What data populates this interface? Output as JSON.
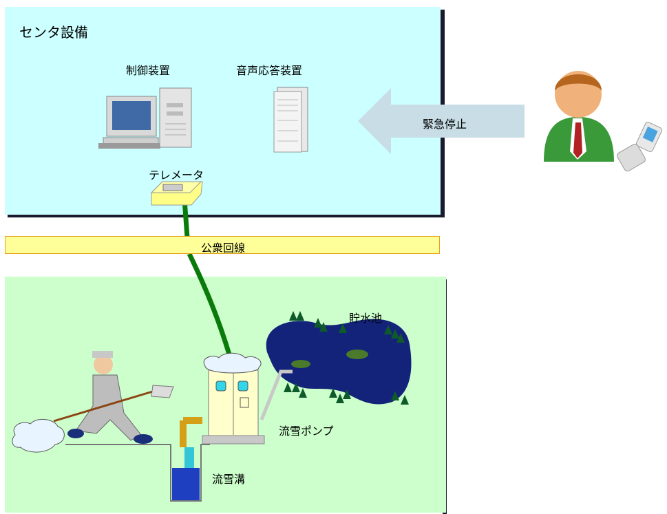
{
  "center": {
    "title": "センタ設備"
  },
  "devices": {
    "controller": "制御装置",
    "voice": "音声応答装置",
    "telemeter": "テレメータ"
  },
  "arrow": {
    "label": "緊急停止"
  },
  "line": {
    "label": "公衆回線"
  },
  "field": {
    "pond": "貯水池",
    "pump": "流雪ポンプ",
    "ditch": "流雪溝"
  },
  "colors": {
    "center_bg": "#ccffff",
    "field_bg": "#ccffcc",
    "band_bg": "#ffff99",
    "cable": "#0a7a0a",
    "pond": "#14237a"
  }
}
